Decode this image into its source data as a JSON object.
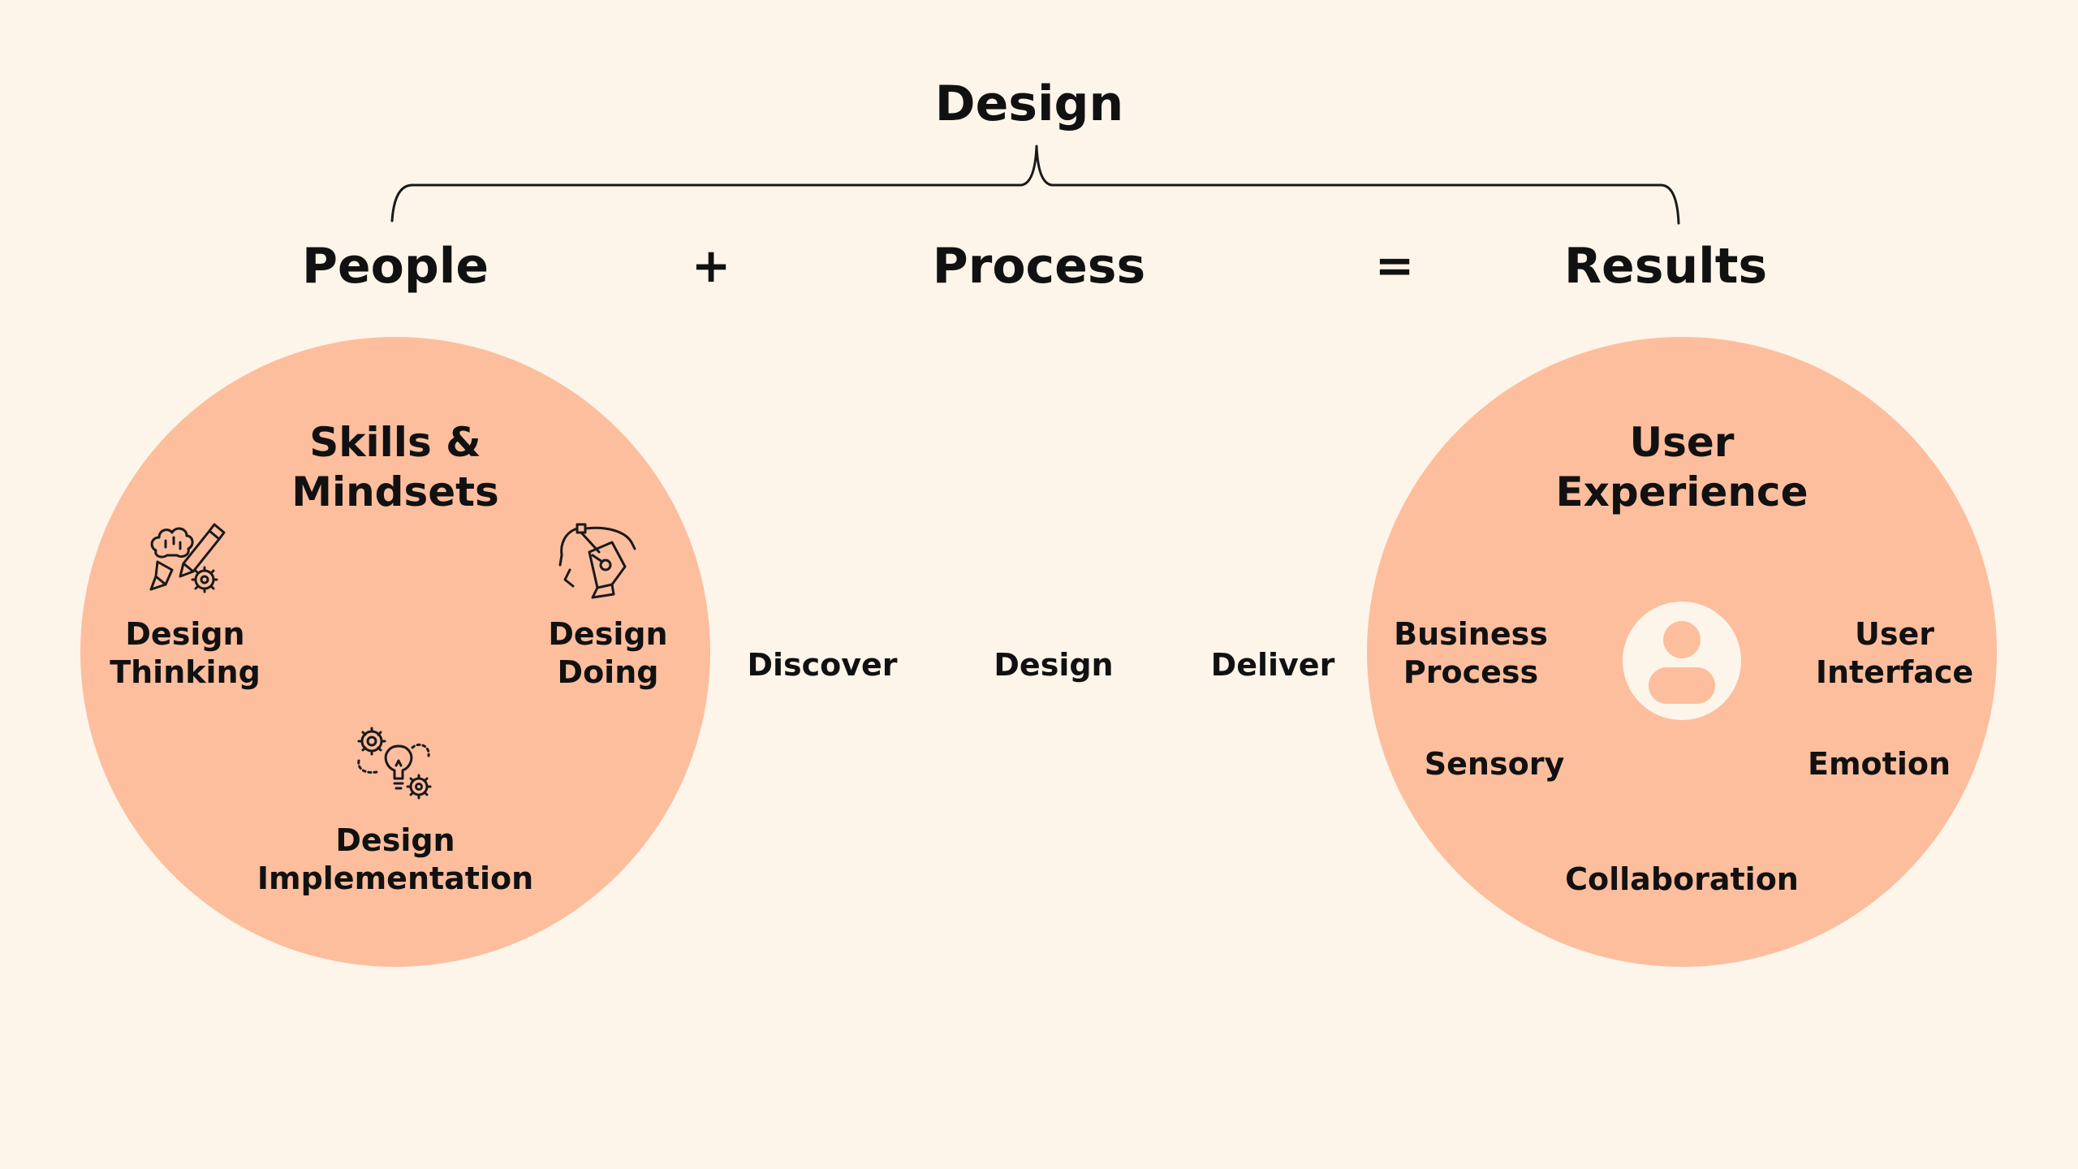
{
  "header": {
    "title": "Design"
  },
  "equation": {
    "people": "People",
    "plus": "+",
    "process": "Process",
    "equals": "=",
    "results": "Results"
  },
  "left_circle": {
    "title_line1": "Skills &",
    "title_line2": "Mindsets",
    "items": [
      {
        "line1": "Design",
        "line2": "Thinking",
        "icon": "brain-pencil-gear-icon"
      },
      {
        "line1": "Design",
        "line2": "Doing",
        "icon": "pen-tool-icon"
      },
      {
        "line1": "Design",
        "line2": "Implementation",
        "icon": "lightbulb-gears-icon"
      }
    ]
  },
  "process_steps": [
    "Discover",
    "Design",
    "Deliver"
  ],
  "right_circle": {
    "title_line1": "User",
    "title_line2": "Experience",
    "center_icon": "user-avatar-icon",
    "items": [
      {
        "line1": "Business",
        "line2": "Process"
      },
      {
        "line1": "User",
        "line2": "Interface"
      },
      {
        "line1": "Sensory"
      },
      {
        "line1": "Emotion"
      },
      {
        "line1": "Collaboration"
      }
    ]
  },
  "colors": {
    "background": "#FDF5EA",
    "circle_fill": "#FDBE9E",
    "text": "#111111",
    "avatar_fill": "#FDF5EA"
  }
}
